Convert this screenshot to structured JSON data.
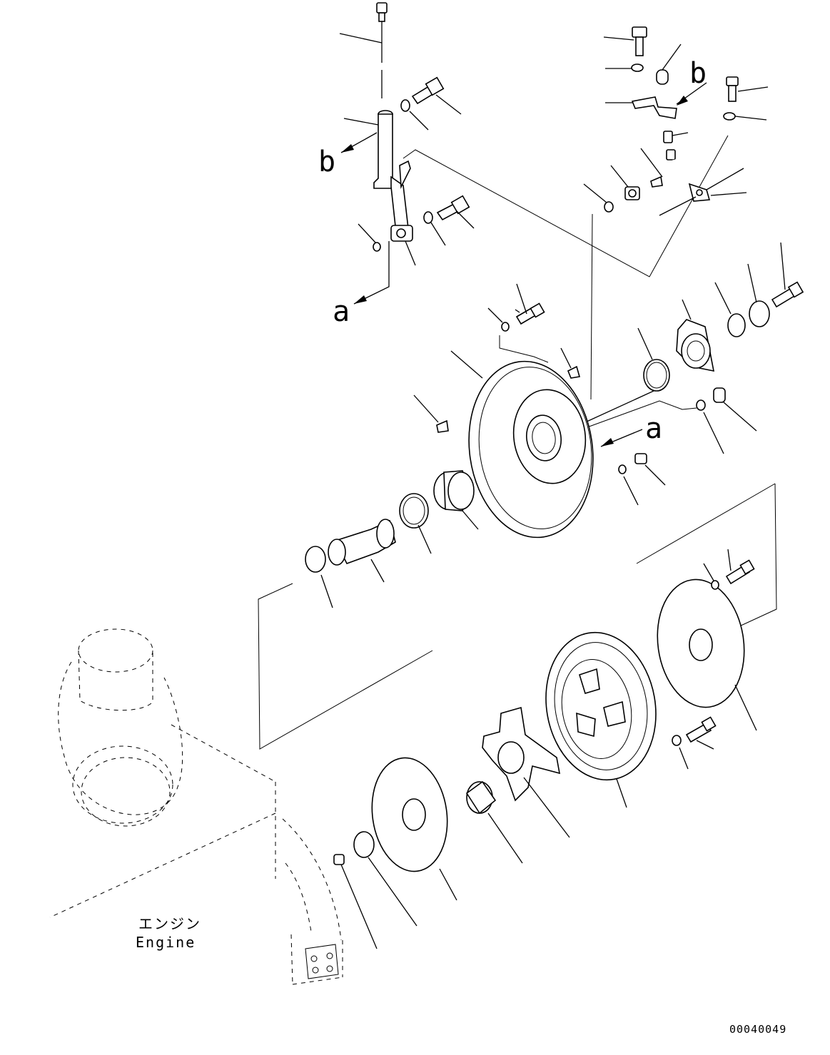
{
  "labels": {
    "a_top": "a",
    "a_mid": "a",
    "b_left": "b",
    "b_right": "b",
    "engine_jp": "エンジン",
    "engine_en": "Engine"
  },
  "figure_code": "00040049"
}
